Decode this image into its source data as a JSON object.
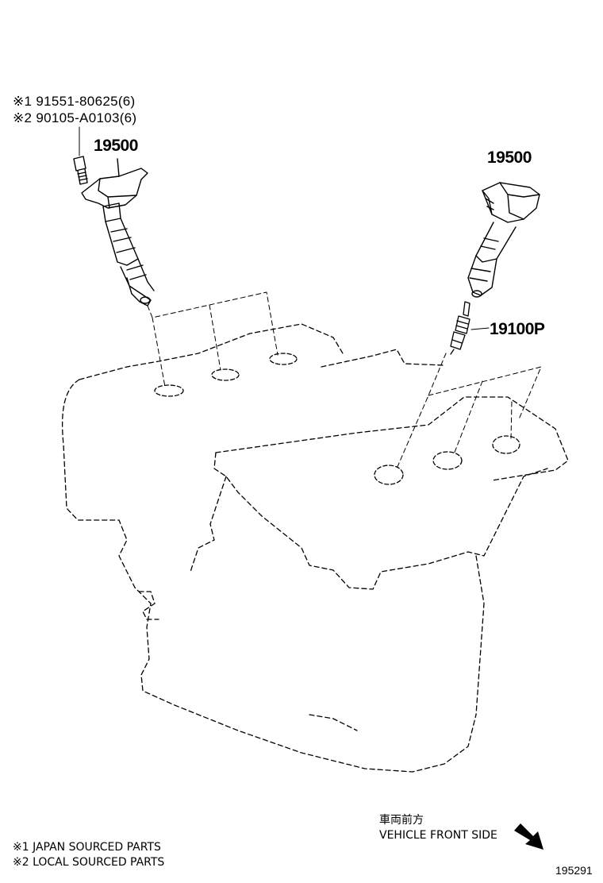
{
  "notes": {
    "bolt_japan": "※1 91551-80625(6)",
    "bolt_local": "※2 90105-A0103(6)"
  },
  "parts": {
    "coil_left": "19500",
    "coil_right": "19500",
    "spark_plug": "19100P"
  },
  "direction": {
    "jp": "車両前方",
    "en": "VEHICLE FRONT SIDE"
  },
  "legend": {
    "item1": "※1 JAPAN SOURCED PARTS",
    "item2": "※2 LOCAL SOURCED PARTS"
  },
  "illustration_number": "195291"
}
